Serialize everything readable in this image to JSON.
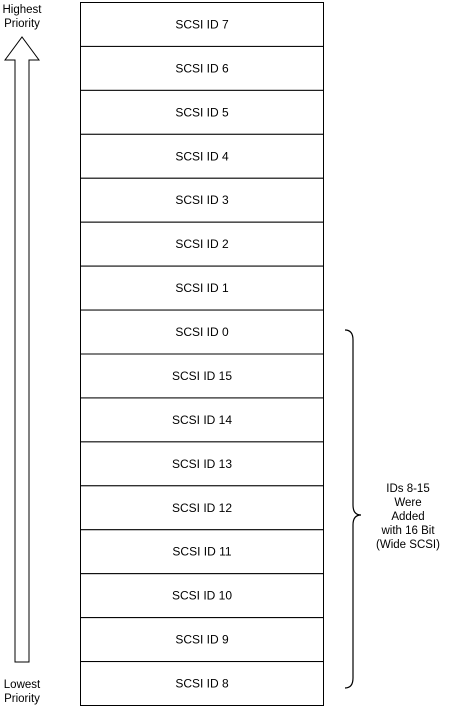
{
  "priority_axis": {
    "top_label": [
      "Highest",
      "Priority"
    ],
    "bottom_label": [
      "Lowest",
      "Priority"
    ]
  },
  "stack": {
    "ids": [
      "SCSI ID 7",
      "SCSI ID 6",
      "SCSI ID 5",
      "SCSI ID 4",
      "SCSI ID 3",
      "SCSI ID 2",
      "SCSI ID 1",
      "SCSI ID 0",
      "SCSI ID 15",
      "SCSI ID 14",
      "SCSI ID 13",
      "SCSI ID 12",
      "SCSI ID 11",
      "SCSI ID 10",
      "SCSI ID 9",
      "SCSI ID 8"
    ]
  },
  "bracket_note": {
    "lines": [
      "IDs 8-15",
      "Were",
      "Added",
      "with 16 Bit",
      "(Wide SCSI)"
    ]
  }
}
